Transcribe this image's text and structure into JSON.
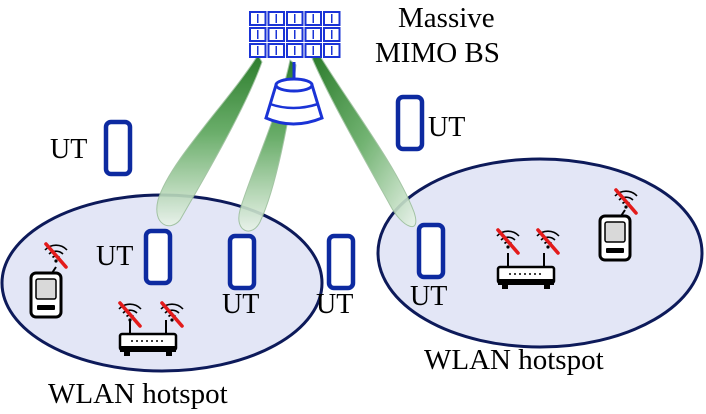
{
  "base_station": {
    "label_line1": "Massive",
    "label_line2": "MIMO BS"
  },
  "terminals": {
    "ut_label": "UT"
  },
  "hotspots": {
    "left_label": "WLAN hotspot",
    "right_label": "WLAN hotspot"
  },
  "colors": {
    "ue_blue": "#0d2aa0",
    "array_blue": "#1a33d6",
    "beam_green": "#1e8c1e",
    "hotspot_fill": "#e3e6f6",
    "hotspot_stroke": "#0d1a5a",
    "disabled_red": "#e31b1b"
  },
  "icons": {
    "antenna_array": "antenna-array-icon",
    "base_station": "base-station-icon",
    "user_terminal": "phone-icon",
    "wifi_router": "wifi-router-icon",
    "pda": "pda-icon",
    "disabled_signal": "wifi-disabled-icon"
  }
}
